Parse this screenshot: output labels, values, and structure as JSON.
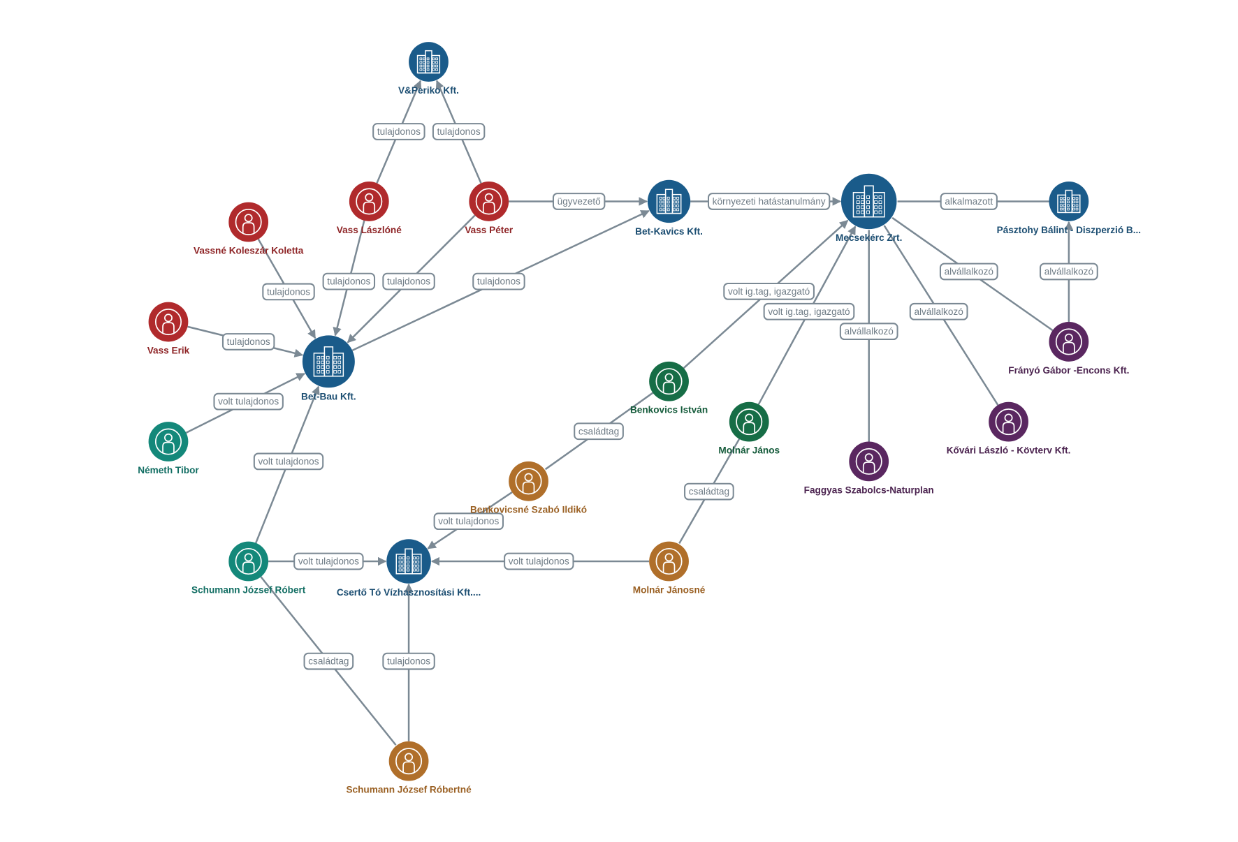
{
  "colors": {
    "company": "#1a5b8a",
    "company_text": "#1c4e72",
    "red": "#b02a2c",
    "red_text": "#8e2426",
    "teal": "#14887a",
    "teal_text": "#126e63",
    "green": "#166d46",
    "green_text": "#155b3b",
    "orange": "#b06f2a",
    "orange_text": "#9a6023",
    "purple": "#5a2760",
    "purple_text": "#4c2450",
    "edge": "#7b8994"
  },
  "nodes": [
    {
      "id": "vperiko",
      "label": "V&Periko Kft.",
      "kind": "company",
      "color": "company",
      "icon": "building-icon"
    },
    {
      "id": "vasslaszlone",
      "label": "Vass Lászlóné",
      "kind": "person",
      "color": "red",
      "icon": "person-icon"
    },
    {
      "id": "vasspeter",
      "label": "Vass Péter",
      "kind": "person",
      "color": "red",
      "icon": "person-icon"
    },
    {
      "id": "vassne",
      "label": "Vassné Koleszár Koletta",
      "kind": "person",
      "color": "red",
      "icon": "person-icon"
    },
    {
      "id": "vasserik",
      "label": "Vass Erik",
      "kind": "person",
      "color": "red",
      "icon": "person-icon"
    },
    {
      "id": "betbau",
      "label": "Bet-Bau Kft.",
      "kind": "company",
      "color": "company",
      "icon": "building-icon"
    },
    {
      "id": "nemeth",
      "label": "Németh Tibor",
      "kind": "person",
      "color": "teal",
      "icon": "person-icon"
    },
    {
      "id": "betkavics",
      "label": "Bet-Kavics Kft.",
      "kind": "company",
      "color": "company",
      "icon": "building-icon"
    },
    {
      "id": "mecsekerc",
      "label": "Mecsekérc Zrt.",
      "kind": "company",
      "color": "company",
      "icon": "building-icon"
    },
    {
      "id": "pasztohy",
      "label": "Pásztohy Bálint - Diszperzió B...",
      "kind": "company",
      "color": "company",
      "icon": "building-icon"
    },
    {
      "id": "franyo",
      "label": "Frányó Gábor -Encons Kft.",
      "kind": "person",
      "color": "purple",
      "icon": "person-icon"
    },
    {
      "id": "kovari",
      "label": "Kővári László - Kövterv Kft.",
      "kind": "person",
      "color": "purple",
      "icon": "person-icon"
    },
    {
      "id": "faggyas",
      "label": "Faggyas Szabolcs-Naturplan",
      "kind": "person",
      "color": "purple",
      "icon": "person-icon"
    },
    {
      "id": "benkovics",
      "label": "Benkovics István",
      "kind": "person",
      "color": "green",
      "icon": "person-icon"
    },
    {
      "id": "molnarj",
      "label": "Molnár János",
      "kind": "person",
      "color": "green",
      "icon": "person-icon"
    },
    {
      "id": "benkovicsne",
      "label": "Benkovicsné Szabó Ildikó",
      "kind": "person",
      "color": "orange",
      "icon": "person-icon"
    },
    {
      "id": "molnarjne",
      "label": "Molnár Jánosné",
      "kind": "person",
      "color": "orange",
      "icon": "person-icon"
    },
    {
      "id": "cserto",
      "label": "Csertő Tó Vízhasznosítási Kft....",
      "kind": "company",
      "color": "company",
      "icon": "building-icon"
    },
    {
      "id": "schumann",
      "label": "Schumann József Róbert",
      "kind": "person",
      "color": "teal",
      "icon": "person-icon"
    },
    {
      "id": "schumanne",
      "label": "Schumann József Róbertné",
      "kind": "person",
      "color": "orange",
      "icon": "person-icon"
    }
  ],
  "edges": [
    {
      "from": "vasslaszlone",
      "to": "vperiko",
      "label": "tulajdonos",
      "arrow": true
    },
    {
      "from": "vasspeter",
      "to": "vperiko",
      "label": "tulajdonos",
      "arrow": true
    },
    {
      "from": "vasspeter",
      "to": "betkavics",
      "label": "ügyvezető",
      "arrow": true
    },
    {
      "from": "betkavics",
      "to": "mecsekerc",
      "label": "környezeti hatástanulmány",
      "arrow": true
    },
    {
      "from": "pasztohy",
      "to": "mecsekerc",
      "label": "alkalmazott",
      "arrow": false
    },
    {
      "from": "franyo",
      "to": "mecsekerc",
      "label": "alvállalkozó",
      "arrow": false
    },
    {
      "from": "franyo",
      "to": "pasztohy",
      "label": "alvállalkozó",
      "arrow": true
    },
    {
      "from": "kovari",
      "to": "mecsekerc",
      "label": "alvállalkozó",
      "arrow": false
    },
    {
      "from": "faggyas",
      "to": "mecsekerc",
      "label": "alvállalkozó",
      "arrow": false
    },
    {
      "from": "benkovics",
      "to": "mecsekerc",
      "label": "volt ig.tag, igazgató",
      "arrow": true
    },
    {
      "from": "molnarj",
      "to": "mecsekerc",
      "label": "volt ig.tag, igazgató",
      "arrow": true
    },
    {
      "from": "vassne",
      "to": "betbau",
      "label": "tulajdonos",
      "arrow": true
    },
    {
      "from": "vasslaszlone",
      "to": "betbau",
      "label": "tulajdonos",
      "arrow": true
    },
    {
      "from": "vasspeter",
      "to": "betbau",
      "label": "tulajdonos",
      "arrow": true
    },
    {
      "from": "betbau",
      "to": "betkavics",
      "label": "tulajdonos",
      "arrow": true
    },
    {
      "from": "vasserik",
      "to": "betbau",
      "label": "tulajdonos",
      "arrow": true
    },
    {
      "from": "nemeth",
      "to": "betbau",
      "label": "volt tulajdonos",
      "arrow": true
    },
    {
      "from": "schumann",
      "to": "betbau",
      "label": "volt tulajdonos",
      "arrow": true
    },
    {
      "from": "benkovics",
      "to": "benkovicsne",
      "label": "családtag",
      "arrow": false
    },
    {
      "from": "benkovicsne",
      "to": "cserto",
      "label": "volt tulajdonos",
      "arrow": true
    },
    {
      "from": "schumann",
      "to": "cserto",
      "label": "volt tulajdonos",
      "arrow": true
    },
    {
      "from": "molnarjne",
      "to": "cserto",
      "label": "volt tulajdonos",
      "arrow": true
    },
    {
      "from": "molnarj",
      "to": "molnarjne",
      "label": "családtag",
      "arrow": false
    },
    {
      "from": "schumann",
      "to": "schumanne",
      "label": "családtag",
      "arrow": false
    },
    {
      "from": "schumanne",
      "to": "cserto",
      "label": "tulajdonos",
      "arrow": true
    }
  ]
}
